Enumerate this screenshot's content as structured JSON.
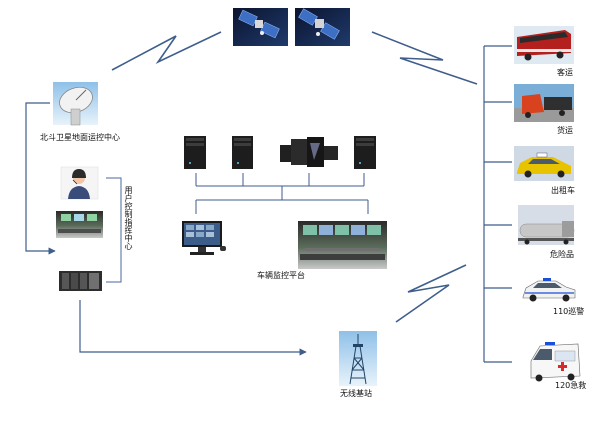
{
  "nodes": {
    "satellites": [
      {
        "icon": "satellite-icon"
      },
      {
        "icon": "satellite-icon"
      }
    ],
    "ground_center": {
      "label": "北斗卫星地面运控中心",
      "icon": "satellite-dish-icon"
    },
    "monitor_center": {
      "label": "用户控制指挥中心"
    },
    "operator": {
      "icon": "operator-headset-icon"
    },
    "control_room_small": {
      "icon": "control-room-icon"
    },
    "server_room": {
      "icon": "server-room-icon"
    },
    "servers": [
      {
        "icon": "server-tower-icon"
      },
      {
        "icon": "server-tower-icon"
      },
      {
        "icon": "server-cluster-icon"
      },
      {
        "icon": "server-tower-icon"
      }
    ],
    "workstation": {
      "icon": "monitor-icon"
    },
    "platform": {
      "label": "车辆监控平台",
      "icon": "control-room-icon"
    },
    "tower": {
      "label": "无线基站",
      "icon": "radio-tower-icon"
    }
  },
  "vehicles": [
    {
      "label": "客运",
      "icon": "bus-icon",
      "color": "#b3201e"
    },
    {
      "label": "货运",
      "icon": "truck-icon",
      "color": "#2a78c8"
    },
    {
      "label": "出租车",
      "icon": "taxi-icon",
      "color": "#e8c400"
    },
    {
      "label": "危险品",
      "icon": "tanker-icon",
      "color": "#b8b8b8"
    },
    {
      "label": "110巡警",
      "icon": "police-car-icon",
      "color": "#f2f2f2"
    },
    {
      "label": "120急救",
      "icon": "ambulance-icon",
      "color": "#f7f7f7"
    }
  ],
  "colors": {
    "line": "#3f5e8c",
    "bracket": "#4a6a9c"
  }
}
